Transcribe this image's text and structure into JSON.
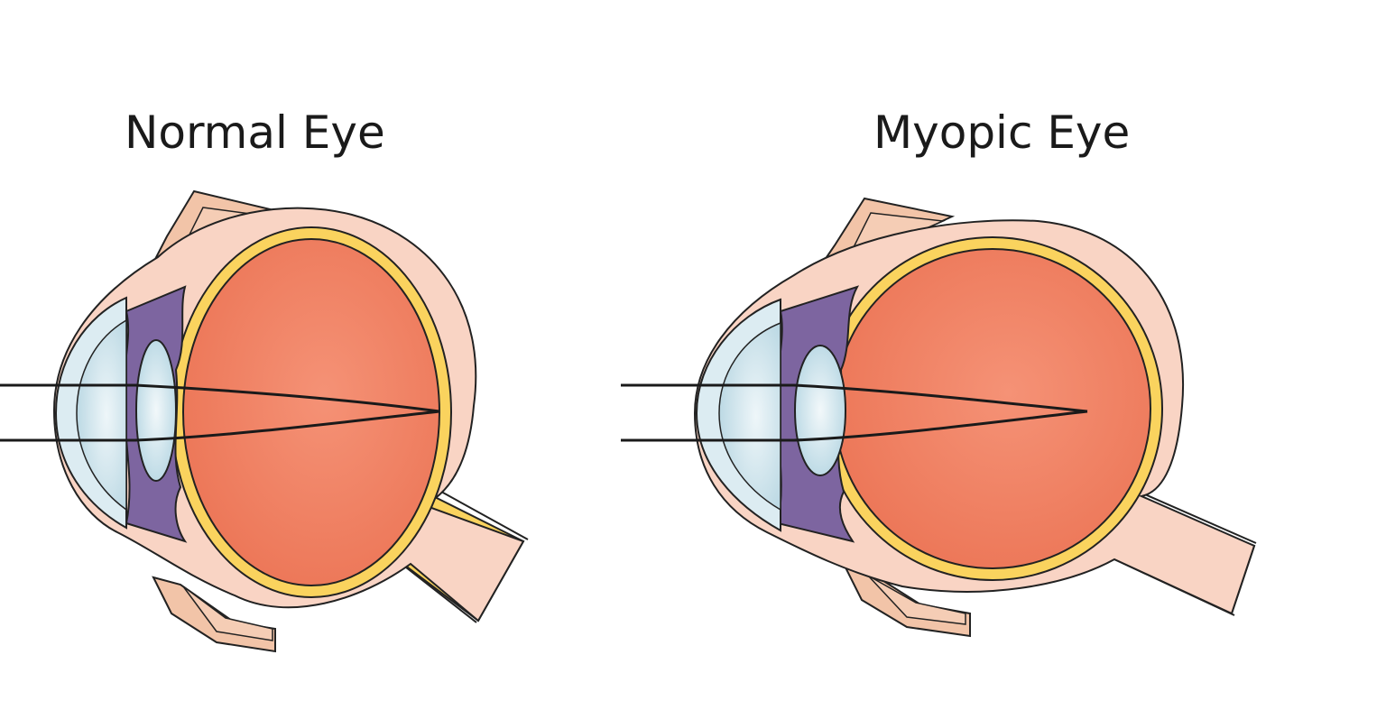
{
  "panels": [
    {
      "title": "Normal Eye"
    },
    {
      "title": "Myopic Eye"
    }
  ],
  "colors": {
    "sclera": "#f9d4c4",
    "choroid": "#fad35e",
    "vitreous": "#ef7f5f",
    "iris": "#7d65a0",
    "cornea": "#dcecf2",
    "lens": "#c9e1ea",
    "eyelid": "#f2c4a8",
    "outline": "#222222",
    "light_ray": "#1a1a1a"
  },
  "icons": [
    "eyeball-cross-section",
    "optic-nerve",
    "lens",
    "cornea",
    "eyelid"
  ]
}
